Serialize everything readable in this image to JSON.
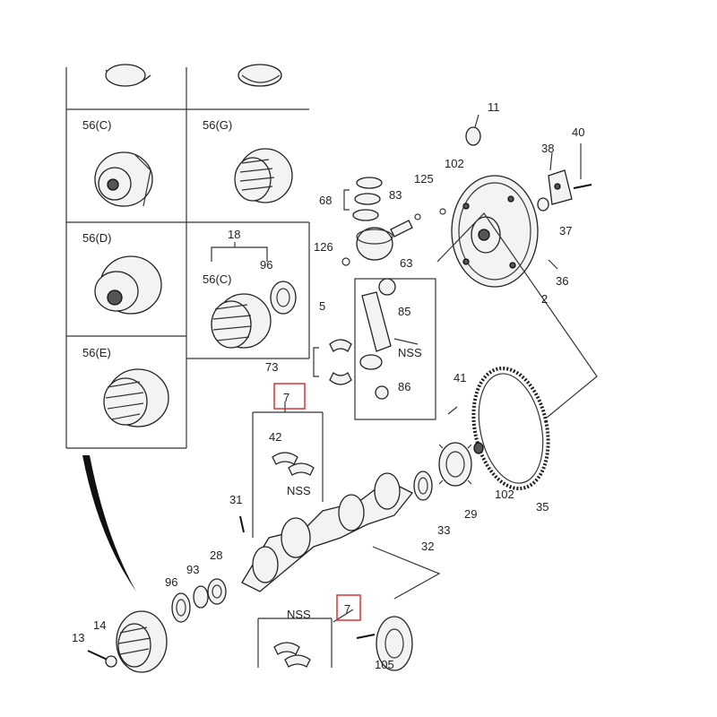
{
  "labels": {
    "p11": "11",
    "p40": "40",
    "p38a": "38",
    "p102a": "102",
    "p125": "125",
    "p68": "68",
    "p83": "83",
    "p37": "37",
    "p126": "126",
    "p63": "63",
    "p2": "2",
    "p36": "36",
    "p5": "5",
    "p85": "85",
    "nss1": "NSS",
    "p73": "73",
    "p86": "86",
    "p41": "41",
    "p7a": "7",
    "p42": "42",
    "nss2": "NSS",
    "p31": "31",
    "p102b": "102",
    "p35": "35",
    "p29": "29",
    "p33": "33",
    "p32": "32",
    "p28": "28",
    "p93": "93",
    "p96a": "96",
    "p14": "14",
    "p13": "13",
    "p7b": "7",
    "nss3": "NSS",
    "p105": "105",
    "p56c1": "56(C)",
    "p56g": "56(G)",
    "p56d": "56(D)",
    "p18": "18",
    "p56c2": "56(C)",
    "p96b": "96",
    "p56e": "56(E)"
  }
}
